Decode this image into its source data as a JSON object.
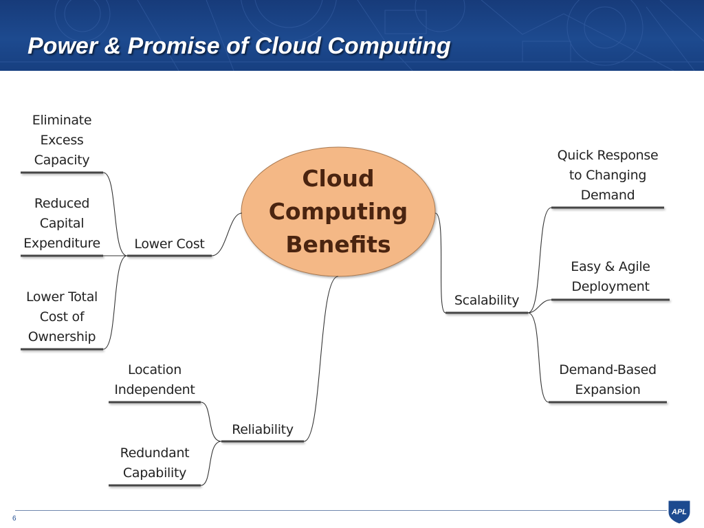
{
  "slide": {
    "title": "Power & Promise of Cloud Computing",
    "page_number": "6",
    "logo_text": "APL"
  },
  "center": {
    "lines": [
      "Cloud",
      "Computing",
      "Benefits"
    ],
    "fill_color": "#f4b886",
    "text_color": "#4a2410"
  },
  "branches": {
    "lower_cost": {
      "label": "Lower Cost",
      "items": [
        {
          "lines": [
            "Eliminate",
            "Excess",
            "Capacity"
          ]
        },
        {
          "lines": [
            "Reduced",
            "Capital",
            "Expenditure"
          ]
        },
        {
          "lines": [
            "Lower Total",
            "Cost of",
            "Ownership"
          ]
        }
      ]
    },
    "reliability": {
      "label": "Reliability",
      "items": [
        {
          "lines": [
            "Location",
            "Independent"
          ]
        },
        {
          "lines": [
            "Redundant",
            "Capability"
          ]
        }
      ]
    },
    "scalability": {
      "label": "Scalability",
      "items": [
        {
          "lines": [
            "Quick Response",
            "to Changing",
            "Demand"
          ]
        },
        {
          "lines": [
            "Easy & Agile",
            "Deployment"
          ]
        },
        {
          "lines": [
            "Demand-Based",
            "Expansion"
          ]
        }
      ]
    }
  },
  "colors": {
    "header_blue": "#1d4a8f",
    "connector": "#333333",
    "underline": "#444444"
  }
}
